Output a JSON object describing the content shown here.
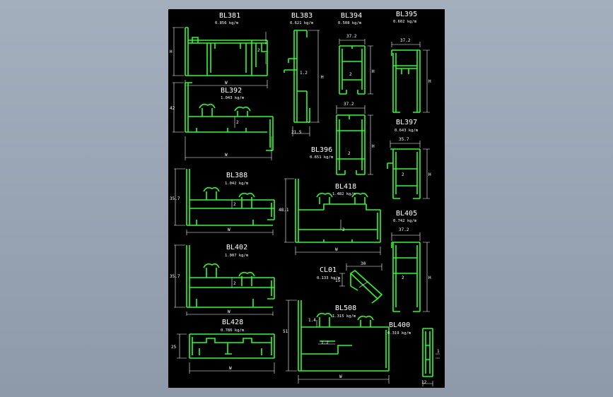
{
  "profiles": {
    "BL381": {
      "name": "BL381",
      "weight": "0.856 kg/m",
      "dim_w": "W",
      "dim_h": "H",
      "dim_g": "2"
    },
    "BL383": {
      "name": "BL383",
      "weight": "0.621 kg/m",
      "dim_w": "21.5",
      "dim_h": "H",
      "dim_g": "1.2"
    },
    "BL394": {
      "name": "BL394",
      "weight": "0.508 kg/m",
      "dim_w": "37.2",
      "dim_h": "H",
      "dim_g": "2"
    },
    "BL395": {
      "name": "BL395",
      "weight": "0.602 kg/m",
      "dim_w": "37.2",
      "dim_h": "H"
    },
    "BL392": {
      "name": "BL392",
      "weight": "1.043 kg/m",
      "dim_w": "W",
      "dim_h": "42",
      "dim_g": "2"
    },
    "BL396": {
      "name": "BL396",
      "weight": "0.651 kg/m",
      "dim_w": "37.2",
      "dim_h": "H",
      "dim_g": "2"
    },
    "BL397": {
      "name": "BL397",
      "weight": "0.643 kg/m",
      "dim_w": "35.7",
      "dim_h": "H",
      "dim_g": "2"
    },
    "BL388": {
      "name": "BL388",
      "weight": "1.042 kg/m",
      "dim_w": "W",
      "dim_h": "35.7",
      "dim_g": "2"
    },
    "BL418": {
      "name": "BL418",
      "weight": "1.482 kg/m",
      "dim_w": "W",
      "dim_h": "48.1",
      "dim_g": "2"
    },
    "BL405": {
      "name": "BL405",
      "weight": "0.742 kg/m",
      "dim_w": "37.2",
      "dim_h": "H",
      "dim_g": "2"
    },
    "BL402": {
      "name": "BL402",
      "weight": "1.007 kg/m",
      "dim_w": "W",
      "dim_h": "35.7",
      "dim_g": "2"
    },
    "CL01": {
      "name": "CL01",
      "weight": "0.133 kg/m",
      "dim_w": "30",
      "dim_h": "15"
    },
    "BL428": {
      "name": "BL428",
      "weight": "0.786 kg/m",
      "dim_w": "W",
      "dim_h": "25"
    },
    "BL508": {
      "name": "BL508",
      "weight": "1.315 kg/m",
      "dim_w": "W",
      "dim_h": "51",
      "dim_g": "1.4",
      "dim_g2": "1.2"
    },
    "BL400": {
      "name": "BL400",
      "weight": "0.319 kg/m",
      "dim_w": "12",
      "dim_g": "1"
    }
  },
  "colors": {
    "background": "#000000",
    "profile": "#27ff27",
    "text": "#ffffff",
    "window": "#98a4b3"
  }
}
